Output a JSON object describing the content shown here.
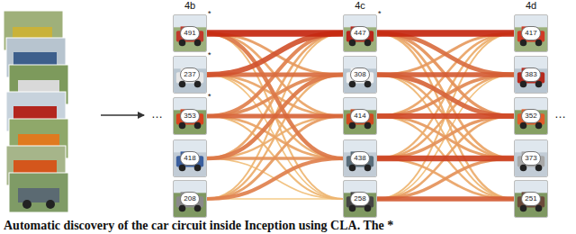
{
  "diagram": {
    "caption": "Automatic discovery of the car circuit inside Inception using CLA. The *",
    "nodes": [
      {
        "text": [
          "491"
        ]
      },
      {
        "text": [
          "237"
        ]
      },
      {
        "text": [
          "353"
        ]
      },
      {
        "text": [
          "418"
        ]
      },
      {
        "text": [
          "208"
        ]
      },
      {
        "text": [
          "447"
        ]
      },
      {
        "text": [
          "308"
        ]
      },
      {
        "text": [
          "414"
        ]
      },
      {
        "text": [
          "438"
        ]
      },
      {
        "text": [
          "258"
        ]
      },
      {
        "text": [
          "417"
        ]
      },
      {
        "text": [
          "383"
        ]
      },
      {
        "text": [
          "352"
        ]
      },
      {
        "text": [
          "373"
        ]
      },
      {
        "text": [
          "251"
        ]
      }
    ],
    "edges": [
      {
        "from": 0,
        "to": 5,
        "arrow": "none"
      },
      {
        "from": 0,
        "to": 6,
        "arrow": "none"
      },
      {
        "from": 0,
        "to": 7,
        "arrow": "none"
      },
      {
        "from": 0,
        "to": 8,
        "arrow": "none"
      },
      {
        "from": 0,
        "to": 9,
        "arrow": "none"
      },
      {
        "from": 1,
        "to": 5,
        "arrow": "none"
      },
      {
        "from": 1,
        "to": 6,
        "arrow": "none"
      },
      {
        "from": 1,
        "to": 7,
        "arrow": "none"
      },
      {
        "from": 1,
        "to": 8,
        "arrow": "none"
      },
      {
        "from": 1,
        "to": 9,
        "arrow": "none"
      },
      {
        "from": 2,
        "to": 5,
        "arrow": "none"
      },
      {
        "from": 2,
        "to": 6,
        "arrow": "none"
      },
      {
        "from": 2,
        "to": 7,
        "arrow": "none"
      },
      {
        "from": 2,
        "to": 8,
        "arrow": "none"
      },
      {
        "from": 2,
        "to": 9,
        "arrow": "none"
      },
      {
        "from": 3,
        "to": 5,
        "arrow": "none"
      },
      {
        "from": 3,
        "to": 6,
        "arrow": "none"
      },
      {
        "from": 3,
        "to": 7,
        "arrow": "none"
      },
      {
        "from": 3,
        "to": 8,
        "arrow": "none"
      },
      {
        "from": 3,
        "to": 9,
        "arrow": "none"
      },
      {
        "from": 4,
        "to": 5,
        "arrow": "none"
      },
      {
        "from": 4,
        "to": 6,
        "arrow": "none"
      },
      {
        "from": 4,
        "to": 7,
        "arrow": "none"
      },
      {
        "from": 4,
        "to": 8,
        "arrow": "none"
      },
      {
        "from": 4,
        "to": 9,
        "arrow": "none"
      },
      {
        "from": 5,
        "to": 10,
        "arrow": "none"
      },
      {
        "from": 5,
        "to": 11,
        "arrow": "none"
      },
      {
        "from": 5,
        "to": 12,
        "arrow": "none"
      },
      {
        "from": 5,
        "to": 13,
        "arrow": "none"
      },
      {
        "from": 5,
        "to": 14,
        "arrow": "none"
      },
      {
        "from": 6,
        "to": 10,
        "arrow": "none"
      },
      {
        "from": 6,
        "to": 11,
        "arrow": "none"
      },
      {
        "from": 6,
        "to": 12,
        "arrow": "none"
      },
      {
        "from": 6,
        "to": 13,
        "arrow": "none"
      },
      {
        "from": 6,
        "to": 14,
        "arrow": "none"
      },
      {
        "from": 7,
        "to": 10,
        "arrow": "none"
      },
      {
        "from": 7,
        "to": 11,
        "arrow": "none"
      },
      {
        "from": 7,
        "to": 12,
        "arrow": "none"
      },
      {
        "from": 7,
        "to": 13,
        "arrow": "none"
      },
      {
        "from": 7,
        "to": 14,
        "arrow": "none"
      },
      {
        "from": 8,
        "to": 10,
        "arrow": "none"
      },
      {
        "from": 8,
        "to": 11,
        "arrow": "none"
      },
      {
        "from": 8,
        "to": 12,
        "arrow": "none"
      },
      {
        "from": 8,
        "to": 13,
        "arrow": "none"
      },
      {
        "from": 8,
        "to": 14,
        "arrow": "none"
      },
      {
        "from": 9,
        "to": 10,
        "arrow": "none"
      },
      {
        "from": 9,
        "to": 11,
        "arrow": "none"
      },
      {
        "from": 9,
        "to": 12,
        "arrow": "none"
      },
      {
        "from": 9,
        "to": 13,
        "arrow": "none"
      },
      {
        "from": 9,
        "to": 14,
        "arrow": "none"
      }
    ],
    "labels": [
      "4b",
      "4c",
      "4d",
      "*",
      "*",
      "*",
      "*",
      "…",
      "…"
    ]
  }
}
